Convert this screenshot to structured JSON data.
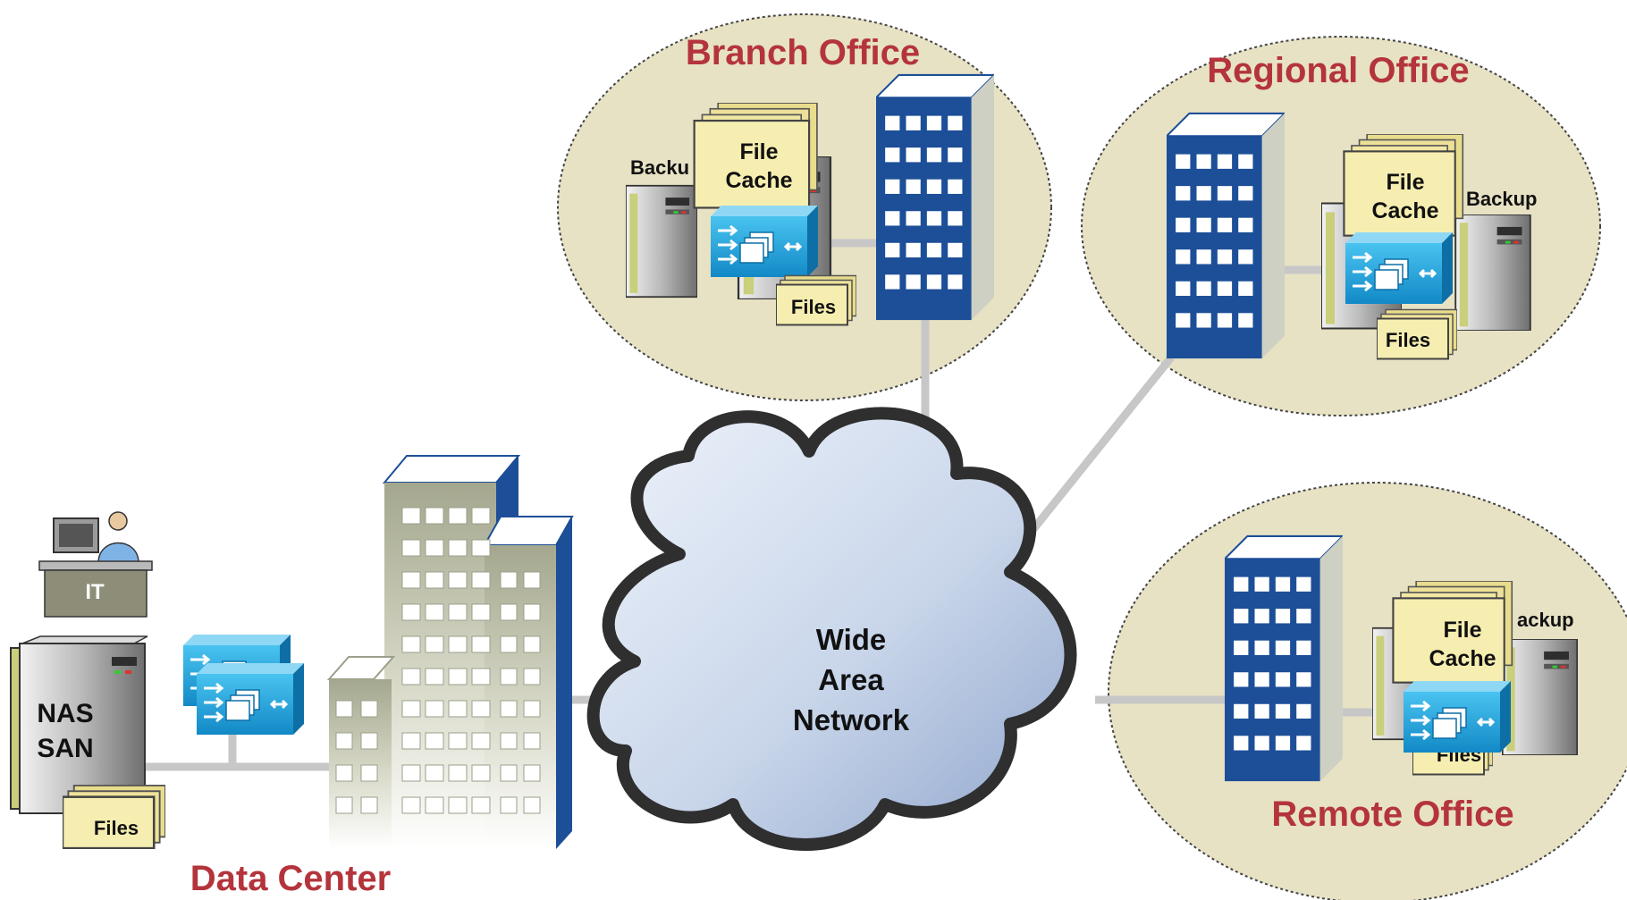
{
  "diagram": {
    "colors": {
      "office_fill": "#e7e2c4",
      "office_label": "#b4343c",
      "cloud_fill": "#c9d6ea",
      "cloud_outline": "#2f2f2f",
      "building_blue": "#1d4f98",
      "tower_gray": "#b8baa4",
      "device_blue": "#1fa7de",
      "folder_yellow": "#f3e8a5",
      "link_gray": "#c7c7c7"
    },
    "wan": {
      "line1": "Wide",
      "line2": "Area",
      "line3": "Network"
    },
    "data_center": {
      "label": "Data Center",
      "it_label": "IT",
      "storage_line1": "NAS",
      "storage_line2": "SAN",
      "files_label": "Files"
    },
    "branch_office": {
      "label": "Branch Office",
      "cache_line1": "File",
      "cache_line2": "Cache",
      "backup_label": "Backu",
      "files_label": "Files"
    },
    "regional_office": {
      "label": "Regional Office",
      "cache_line1": "File",
      "cache_line2": "Cache",
      "backup_label": "Backup",
      "files_label": "Files"
    },
    "remote_office": {
      "label": "Remote Office",
      "cache_line1": "File",
      "cache_line2": "Cache",
      "backup_label": "ackup",
      "files_label": "Files"
    }
  }
}
